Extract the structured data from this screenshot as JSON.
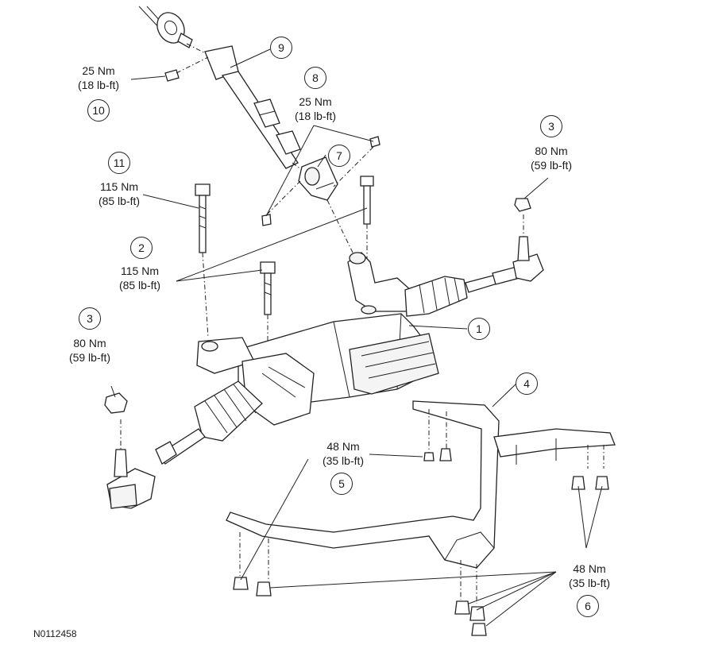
{
  "figure_id": "N0112458",
  "callouts": [
    {
      "number": "1"
    },
    {
      "number": "2",
      "torque_nm": "115 Nm",
      "torque_lbft": "(85 lb-ft)"
    },
    {
      "number": "3",
      "torque_nm": "80 Nm",
      "torque_lbft": "(59 lb-ft)"
    },
    {
      "number": "3",
      "torque_nm": "80 Nm",
      "torque_lbft": "(59 lb-ft)"
    },
    {
      "number": "4"
    },
    {
      "number": "5",
      "torque_nm": "48 Nm",
      "torque_lbft": "(35 lb-ft)"
    },
    {
      "number": "6",
      "torque_nm": "48 Nm",
      "torque_lbft": "(35 lb-ft)"
    },
    {
      "number": "7"
    },
    {
      "number": "8",
      "torque_nm": "25 Nm",
      "torque_lbft": "(18 lb-ft)"
    },
    {
      "number": "9"
    },
    {
      "number": "10",
      "torque_nm": "25 Nm",
      "torque_lbft": "(18 lb-ft)"
    },
    {
      "number": "11",
      "torque_nm": "115 Nm",
      "torque_lbft": "(85 lb-ft)"
    }
  ]
}
